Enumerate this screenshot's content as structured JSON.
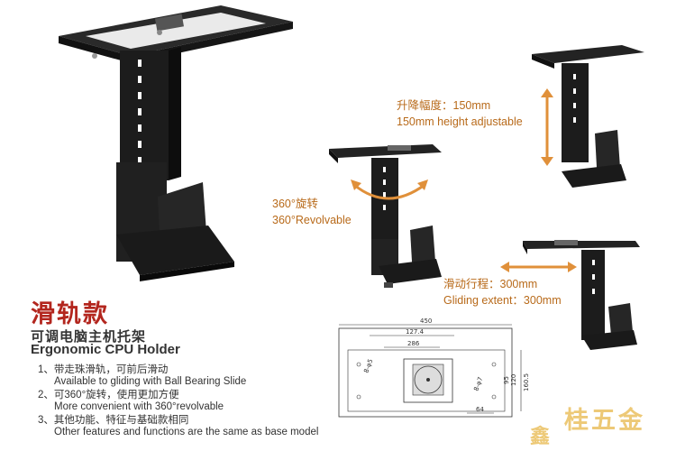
{
  "title_cn": "滑轨款",
  "product_name_cn": "可调电脑主机托架",
  "product_name_en": "Ergonomic CPU Holder",
  "features": [
    {
      "cn": "1、带走珠滑轨，可前后滑动",
      "en": "Available to gliding with Ball Bearing Slide"
    },
    {
      "cn": "2、可360°旋转，使用更加方便",
      "en": "More convenient with 360°revolvable"
    },
    {
      "cn": "3、其他功能、特征与基础款相同",
      "en": "Other features and functions are the same as base model"
    }
  ],
  "callouts": {
    "height_cn": "升降幅度：150mm",
    "height_en": "150mm height adjustable",
    "rotate_cn": "360°旋转",
    "rotate_en": "360°Revolvable",
    "glide_cn": "滑动行程：300mm",
    "glide_en": "Gliding extent：300mm"
  },
  "drawing_dims": {
    "width_total": "450",
    "width_inner": "127.4",
    "width_center": "286",
    "height_right": "160.5",
    "h1": "120",
    "h2": "95",
    "bottom": "64",
    "small1": "8-φ5",
    "small2": "8-φ7"
  },
  "watermark_line1": "桂五金",
  "watermark_line2": "鑫",
  "colors": {
    "title_red": "#b3261e",
    "callout": "#b86a1a",
    "arrow": "#e0903a",
    "metal": "#1e1e1e"
  }
}
